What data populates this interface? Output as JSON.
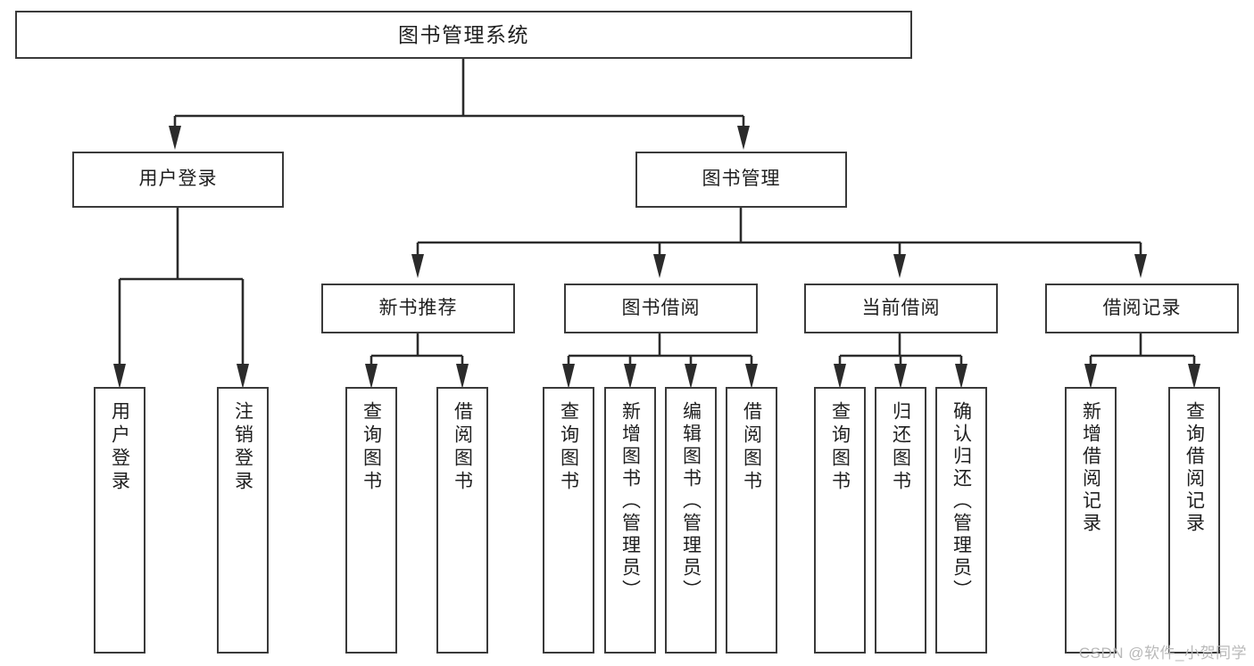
{
  "diagram": {
    "type": "function-hierarchy-tree",
    "background_color": "#ffffff",
    "node_border_color": "#3a3a3a",
    "edge_color": "#2b2b2b",
    "root": {
      "label": "图书管理系统"
    },
    "level2": [
      {
        "label": "用户登录"
      },
      {
        "label": "图书管理"
      }
    ],
    "level3": [
      {
        "label": "新书推荐"
      },
      {
        "label": "图书借阅"
      },
      {
        "label": "当前借阅"
      },
      {
        "label": "借阅记录"
      }
    ],
    "leaves": {
      "user_login": [
        {
          "label": "用户登录"
        },
        {
          "label": "注销登录"
        }
      ],
      "new_book_recommend": [
        {
          "label": "查询图书"
        },
        {
          "label": "借阅图书"
        }
      ],
      "book_borrow": [
        {
          "label": "查询图书"
        },
        {
          "label": "新增图书（管理员）"
        },
        {
          "label": "编辑图书（管理员）"
        },
        {
          "label": "借阅图书"
        }
      ],
      "current_borrow": [
        {
          "label": "查询图书"
        },
        {
          "label": "归还图书"
        },
        {
          "label": "确认归还（管理员）"
        }
      ],
      "borrow_record": [
        {
          "label": "新增借阅记录"
        },
        {
          "label": "查询借阅记录"
        }
      ]
    }
  },
  "watermark": {
    "text": "CSDN @软件_小贺同学"
  }
}
